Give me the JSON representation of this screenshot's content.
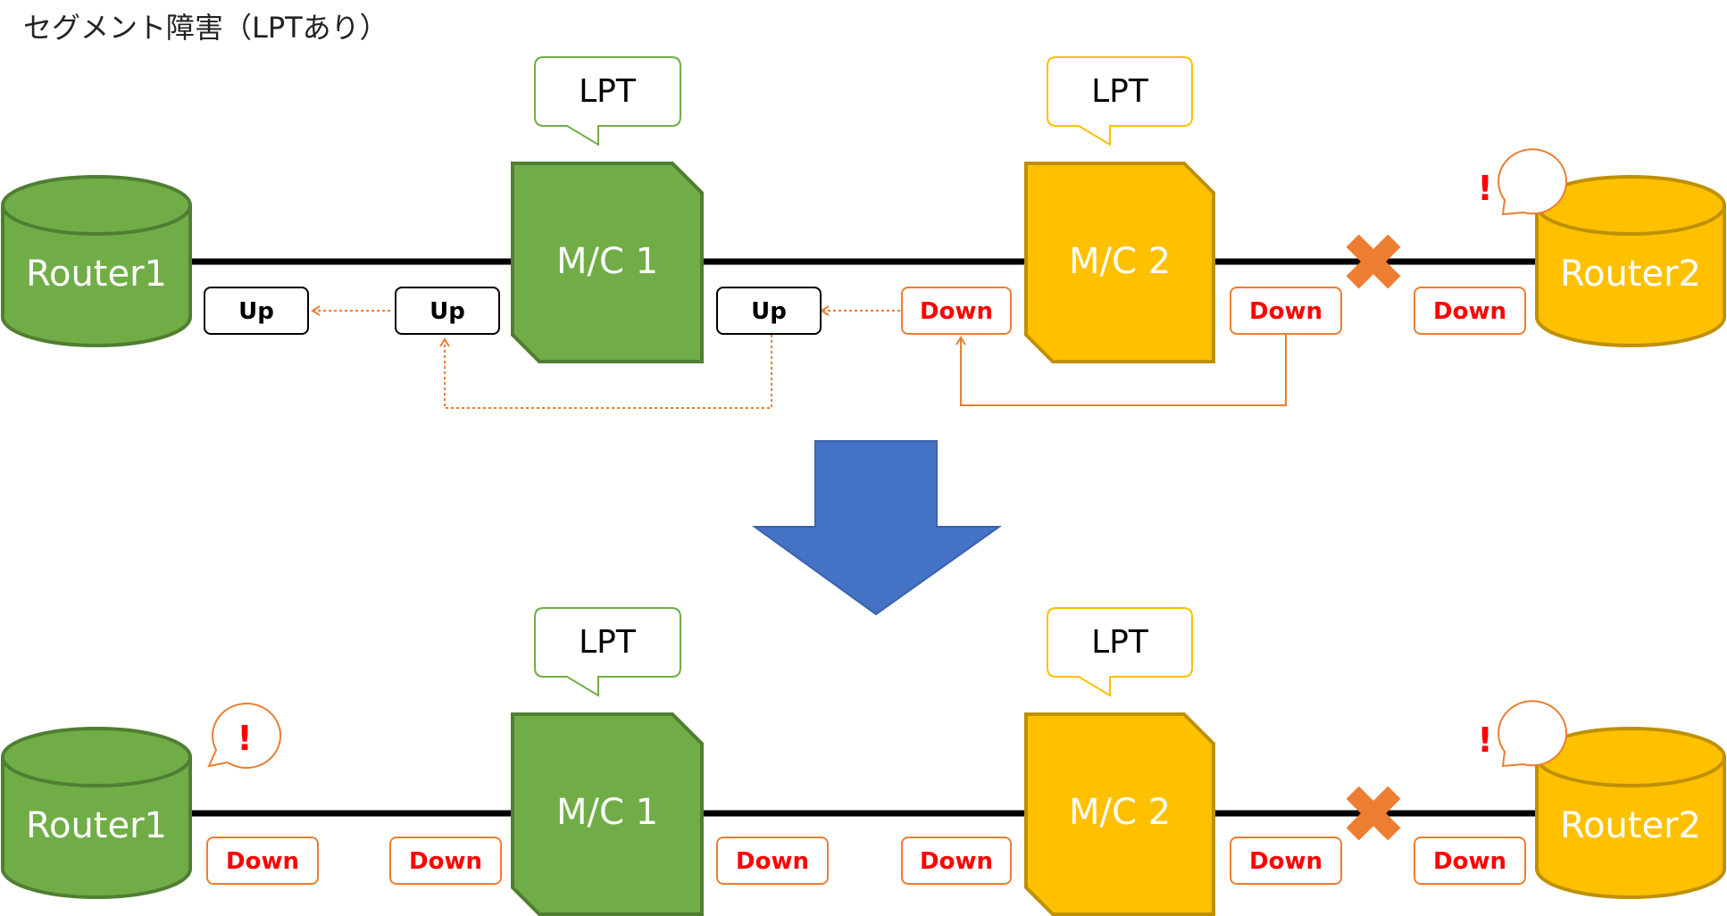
{
  "title": "セグメント障害（LPTあり）",
  "colors": {
    "router_fill": "#70AD47",
    "router_stroke": "#507E32",
    "router2_fill": "#FFC000",
    "router2_stroke": "#BF9000",
    "mc1_fill": "#70AD47",
    "mc1_stroke": "#507E32",
    "mc2_fill": "#FFC000",
    "mc2_stroke": "#BF9000",
    "down_text": "#FF0000",
    "down_border": "#ED7D31",
    "arrow_orange": "#ED7D31",
    "big_arrow": "#4472C4",
    "x_mark": "#ED7D31",
    "link": "#000000"
  },
  "top": {
    "router1": "Router1",
    "router2": "Router2",
    "mc1": "M/C 1",
    "mc2": "M/C 2",
    "mc1_callout": "LPT",
    "mc2_callout": "LPT",
    "router2_alert": "!",
    "status": {
      "r1_port": "Up",
      "mc1_left": "Up",
      "mc1_right": "Up",
      "mc2_left": "Down",
      "mc2_right": "Down",
      "r2_port": "Down"
    }
  },
  "bottom": {
    "router1": "Router1",
    "router2": "Router2",
    "mc1": "M/C 1",
    "mc2": "M/C 2",
    "mc1_callout": "LPT",
    "mc2_callout": "LPT",
    "router1_alert": "!",
    "router2_alert": "!",
    "status": {
      "r1_port": "Down",
      "mc1_left": "Down",
      "mc1_right": "Down",
      "mc2_left": "Down",
      "mc2_right": "Down",
      "r2_port": "Down"
    }
  }
}
